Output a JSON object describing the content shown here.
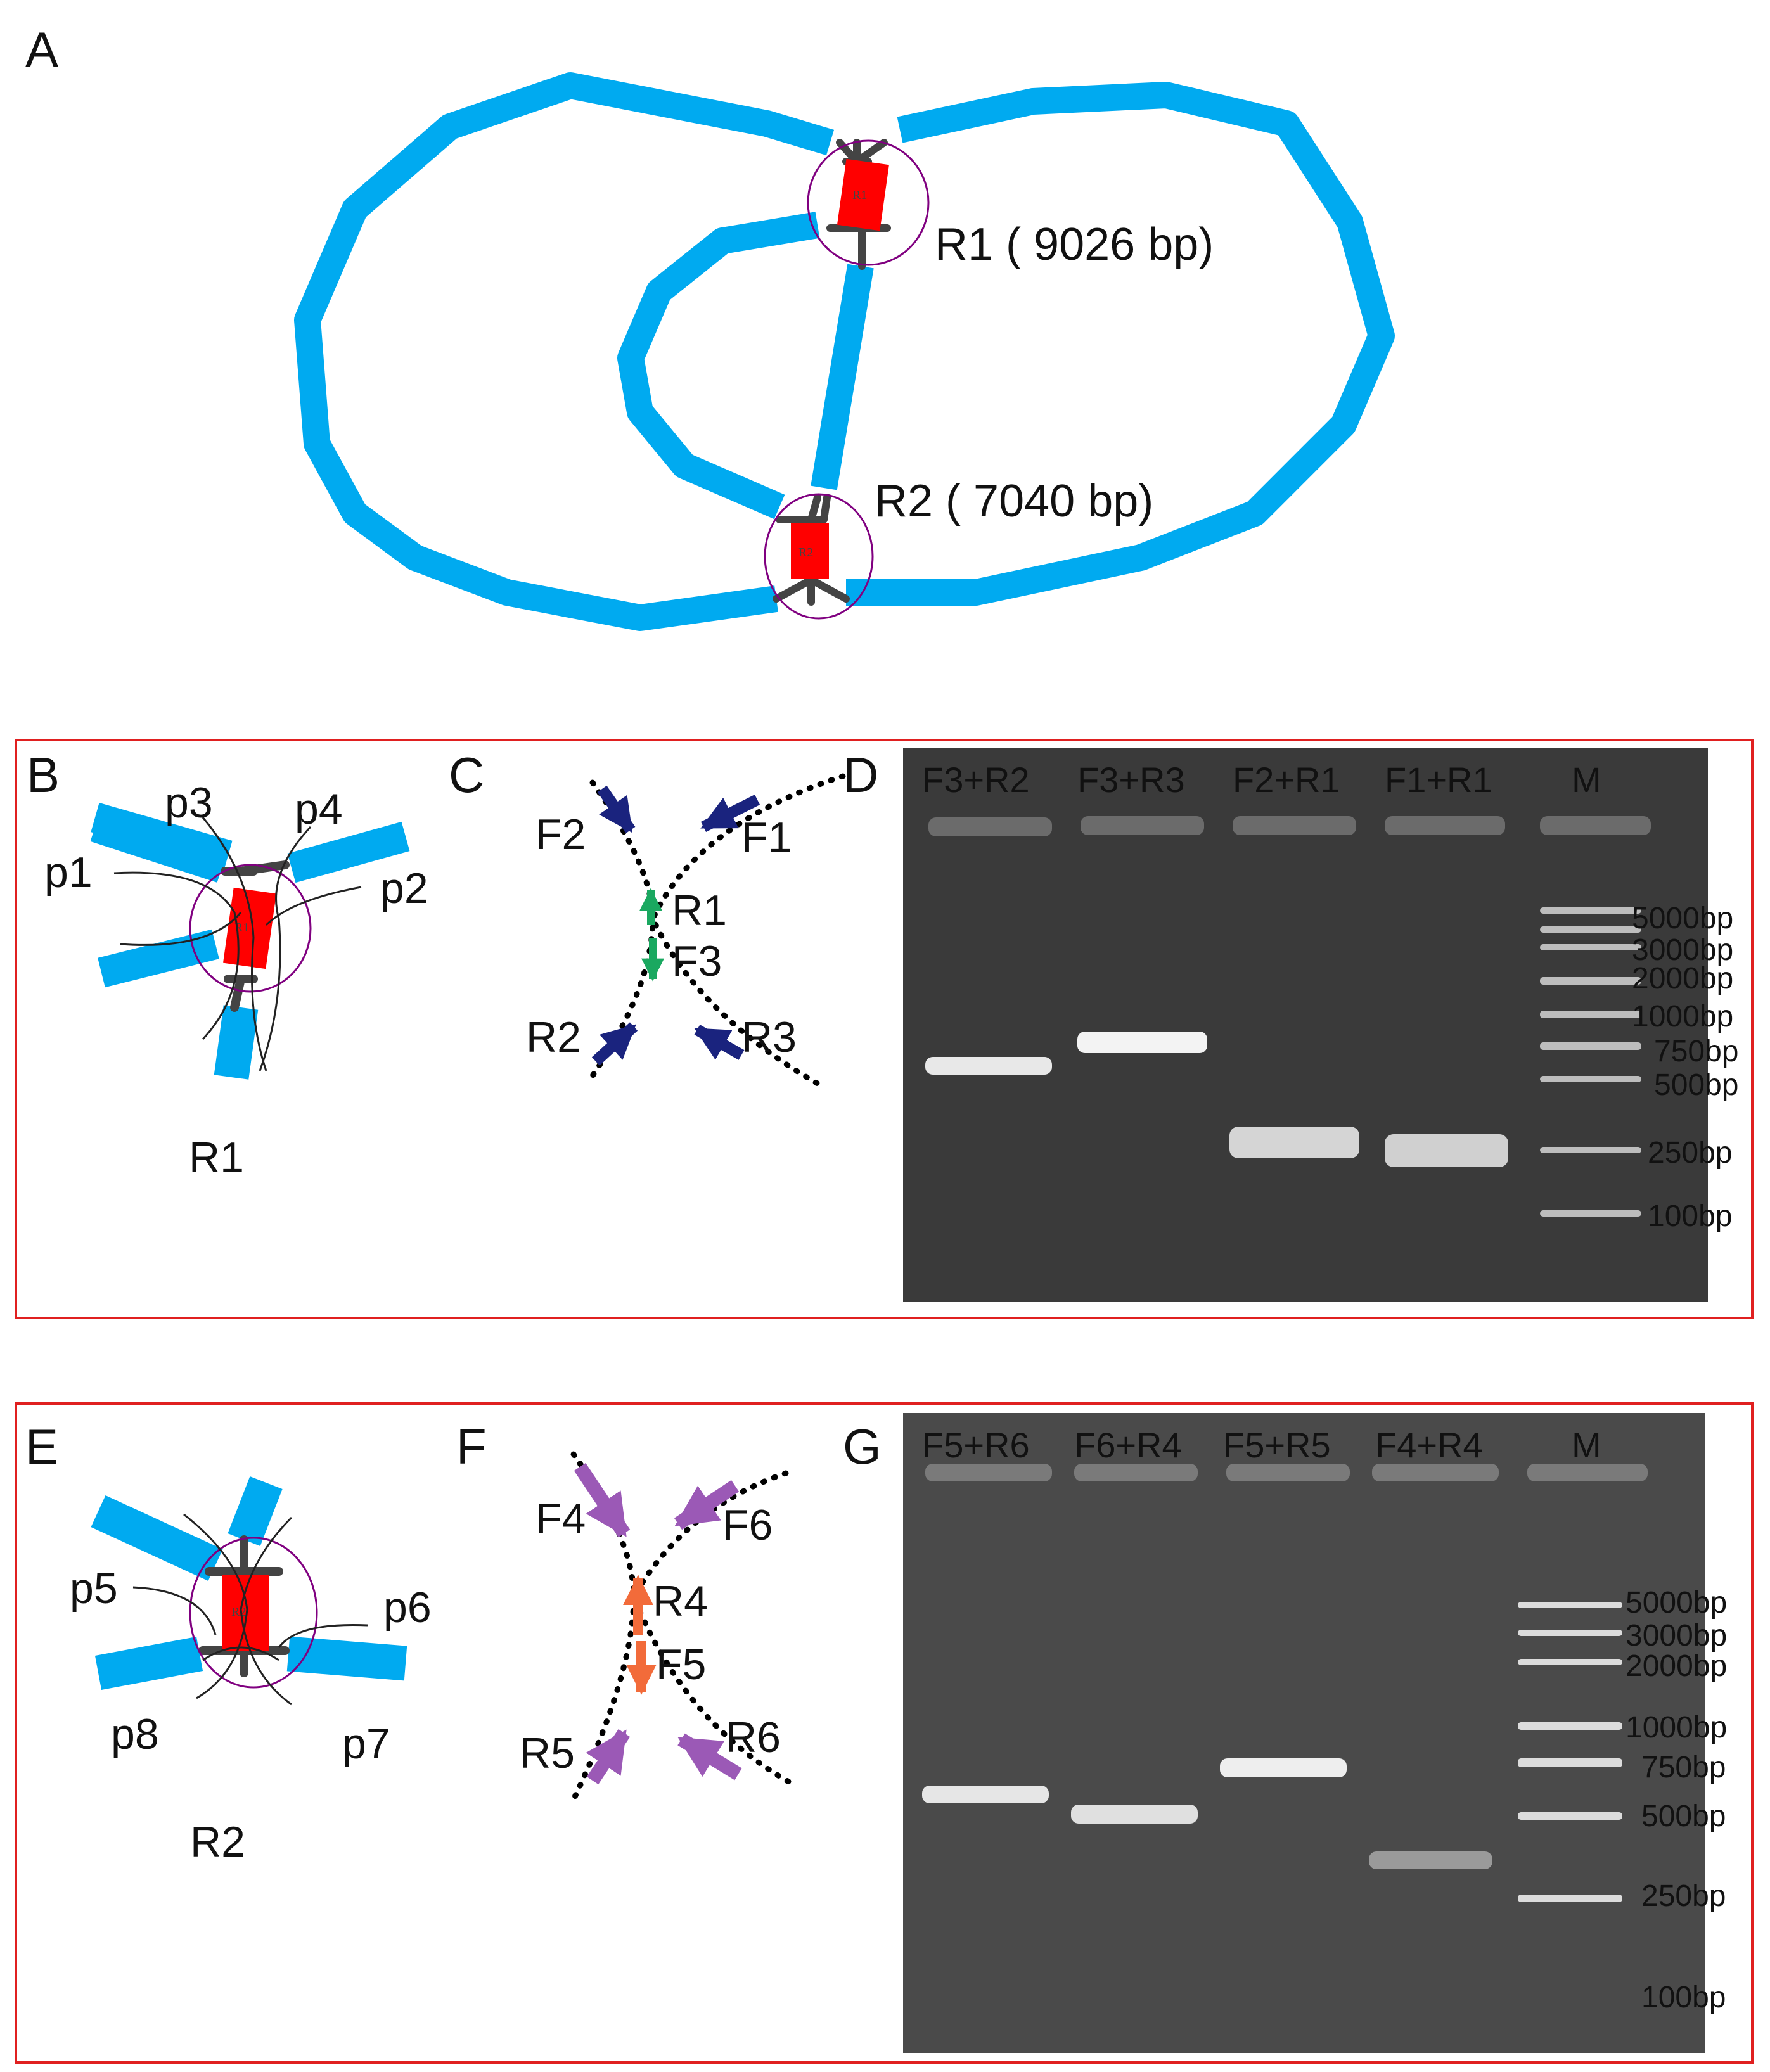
{
  "panels": {
    "A": {
      "letter": "A",
      "r1_label": "R1 ( 9026 bp)",
      "r2_label": "R2 ( 7040 bp)",
      "r1_box": "R1",
      "r2_box": "R2"
    },
    "B": {
      "letter": "B",
      "primers": [
        "p1",
        "p2",
        "p3",
        "p4"
      ],
      "caption": "R1",
      "box_text": "R1"
    },
    "C": {
      "letter": "C",
      "arrows": [
        "F1",
        "F2",
        "R1",
        "F3",
        "R2",
        "R3"
      ]
    },
    "D": {
      "letter": "D",
      "lanes": [
        "F3+R2",
        "F3+R3",
        "F2+R1",
        "F1+R1",
        "M"
      ],
      "ladder": [
        "5000bp",
        "3000bp",
        "2000bp",
        "1000bp",
        "750bp",
        "500bp",
        "250bp",
        "100bp"
      ]
    },
    "E": {
      "letter": "E",
      "primers": [
        "p5",
        "p6",
        "p7",
        "p8"
      ],
      "caption": "R2",
      "box_text": "R2"
    },
    "F": {
      "letter": "F",
      "arrows": [
        "F4",
        "F6",
        "R4",
        "F5",
        "R5",
        "R6"
      ]
    },
    "G": {
      "letter": "G",
      "lanes": [
        "F5+R6",
        "F6+R4",
        "F5+R5",
        "F4+R4",
        "M"
      ],
      "ladder": [
        "5000bp",
        "3000bp",
        "2000bp",
        "1000bp",
        "750bp",
        "500bp",
        "250bp",
        "100bp"
      ]
    }
  },
  "colors": {
    "plasmid": "#00aaf0",
    "junction": "#ff0000",
    "circle": "#800080",
    "frame": "#e02020",
    "arrow_C": "#1a237e",
    "arrow_C_mid": "#1aa860",
    "arrow_F": "#9b59b6",
    "arrow_F_mid": "#f26b3a"
  }
}
